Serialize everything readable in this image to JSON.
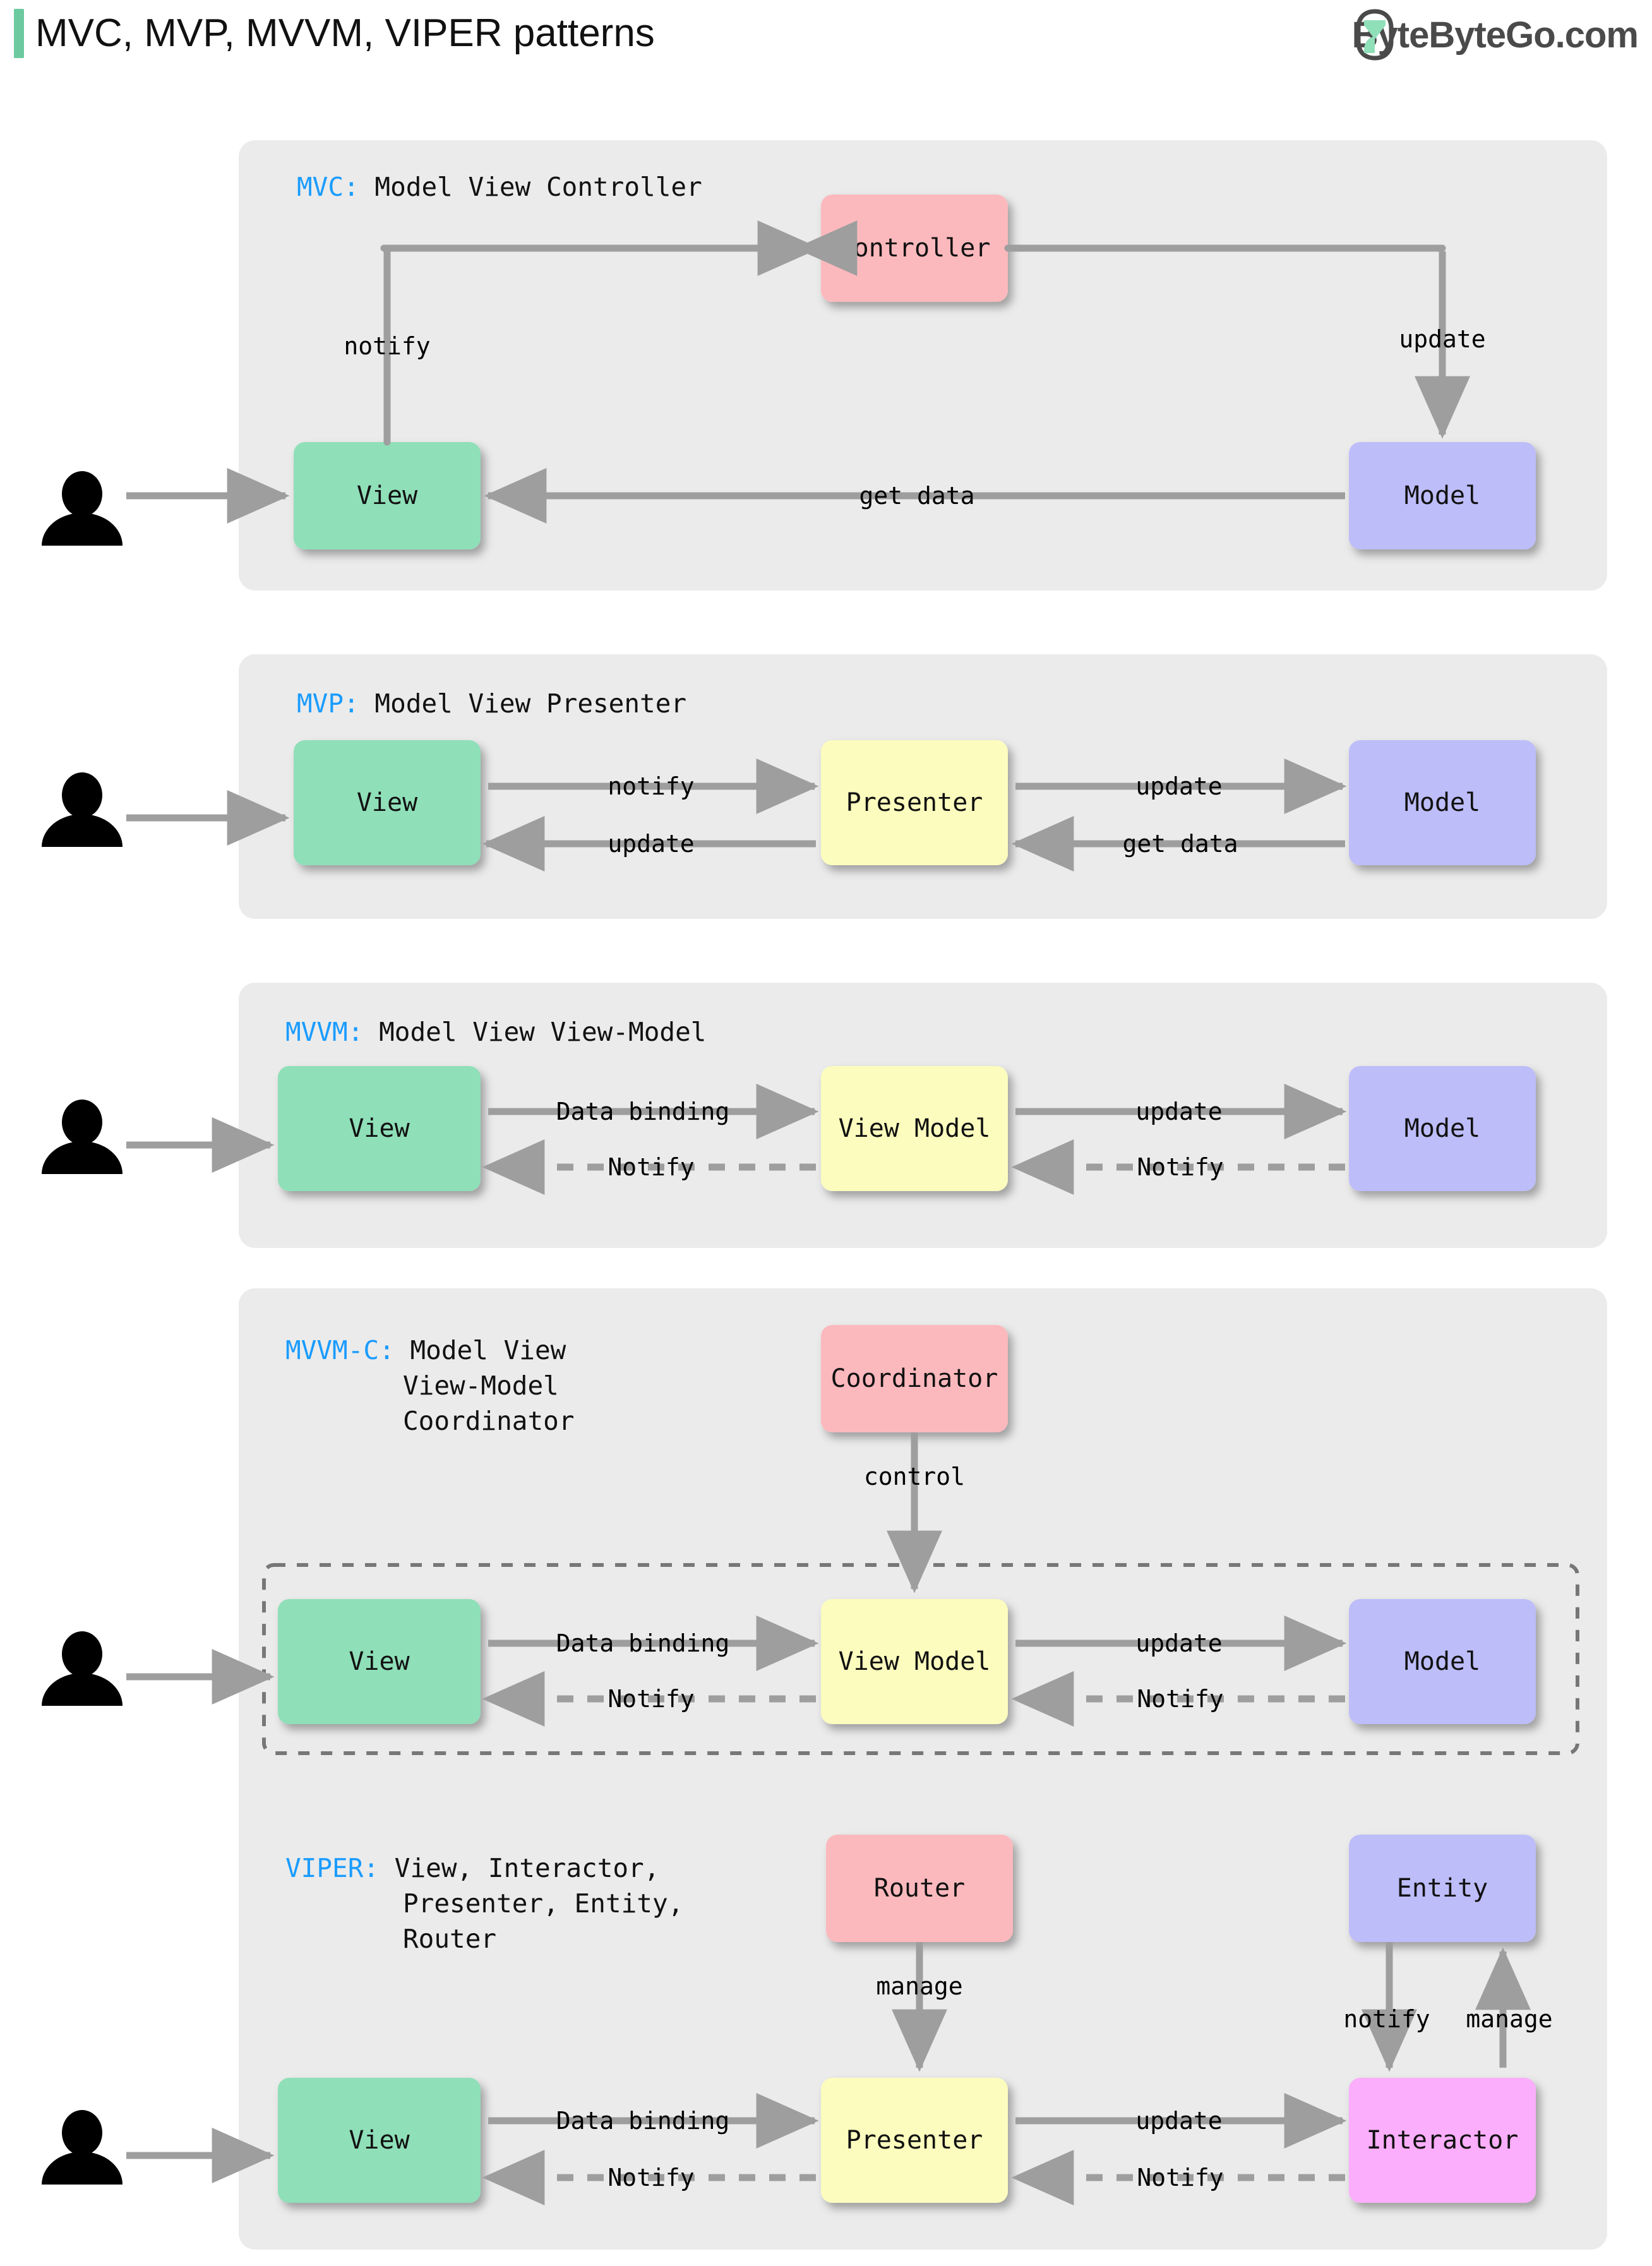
{
  "header": {
    "title": "MVC, MVP, MVVM, VIPER patterns",
    "brand": "ByteByteGo.com",
    "accent_color": "#6cc9a0",
    "brand_color": "#4a4a4a"
  },
  "palette": {
    "panel_bg": "#ebebeb",
    "view": "#8fdfb8",
    "model": "#bdbdfa",
    "controller": "#fcb9bd",
    "presenter": "#fcfcbe",
    "interactor": "#fbaefb",
    "arrow": "#9e9e9e",
    "key": "#1a9cff"
  },
  "sections": [
    {
      "id": "mvc",
      "key": "MVC:",
      "title_lines": [
        "Model View Controller"
      ],
      "nodes": [
        {
          "name": "View",
          "kind": "view"
        },
        {
          "name": "Controller",
          "kind": "controller"
        },
        {
          "name": "Model",
          "kind": "model"
        }
      ],
      "edges": [
        {
          "label": "notify",
          "style": "solid",
          "from": "View",
          "to": "Controller"
        },
        {
          "label": "update",
          "style": "solid",
          "from": "Controller",
          "to": "Model"
        },
        {
          "label": "get data",
          "style": "solid",
          "from": "Model",
          "to": "View"
        }
      ],
      "actor": "user-icon"
    },
    {
      "id": "mvp",
      "key": "MVP:",
      "title_lines": [
        "Model View Presenter"
      ],
      "nodes": [
        {
          "name": "View",
          "kind": "view"
        },
        {
          "name": "Presenter",
          "kind": "presenter"
        },
        {
          "name": "Model",
          "kind": "model"
        }
      ],
      "edges": [
        {
          "label": "notify",
          "style": "solid",
          "from": "View",
          "to": "Presenter"
        },
        {
          "label": "update",
          "style": "solid",
          "from": "Presenter",
          "to": "Model"
        },
        {
          "label": "get data",
          "style": "solid",
          "from": "Model",
          "to": "Presenter"
        },
        {
          "label": "update",
          "style": "solid",
          "from": "Presenter",
          "to": "View"
        }
      ],
      "actor": "user-icon"
    },
    {
      "id": "mvvm",
      "key": "MVVM:",
      "title_lines": [
        "Model View View-Model"
      ],
      "nodes": [
        {
          "name": "View",
          "kind": "view"
        },
        {
          "name": "View Model",
          "kind": "presenter"
        },
        {
          "name": "Model",
          "kind": "model"
        }
      ],
      "edges": [
        {
          "label": "Data binding",
          "style": "solid",
          "from": "View",
          "to": "View Model"
        },
        {
          "label": "update",
          "style": "solid",
          "from": "View Model",
          "to": "Model"
        },
        {
          "label": "Notify",
          "style": "dashed",
          "from": "Model",
          "to": "View Model"
        },
        {
          "label": "Notify",
          "style": "dashed",
          "from": "View Model",
          "to": "View"
        }
      ],
      "actor": "user-icon"
    },
    {
      "id": "mvvmc",
      "key": "MVVM-C:",
      "title_lines": [
        "Model View",
        "View-Model",
        "Coordinator"
      ],
      "nodes": [
        {
          "name": "Coordinator",
          "kind": "controller"
        },
        {
          "name": "View",
          "kind": "view"
        },
        {
          "name": "View Model",
          "kind": "presenter"
        },
        {
          "name": "Model",
          "kind": "model"
        }
      ],
      "edges": [
        {
          "label": "control",
          "style": "solid",
          "from": "Coordinator",
          "to": "View Model"
        },
        {
          "label": "Data binding",
          "style": "solid",
          "from": "View",
          "to": "View Model"
        },
        {
          "label": "update",
          "style": "solid",
          "from": "View Model",
          "to": "Model"
        },
        {
          "label": "Notify",
          "style": "dashed",
          "from": "Model",
          "to": "View Model"
        },
        {
          "label": "Notify",
          "style": "dashed",
          "from": "View Model",
          "to": "View"
        }
      ],
      "grouping_box": "dashed",
      "actor": "user-icon"
    },
    {
      "id": "viper",
      "key": "VIPER:",
      "title_lines": [
        "View, Interactor,",
        "Presenter, Entity,",
        "Router"
      ],
      "nodes": [
        {
          "name": "Router",
          "kind": "controller"
        },
        {
          "name": "Entity",
          "kind": "model"
        },
        {
          "name": "View",
          "kind": "view"
        },
        {
          "name": "Presenter",
          "kind": "presenter"
        },
        {
          "name": "Interactor",
          "kind": "interactor"
        }
      ],
      "edges": [
        {
          "label": "manage",
          "style": "solid",
          "from": "Router",
          "to": "Presenter"
        },
        {
          "label": "notify",
          "style": "solid",
          "from": "Entity",
          "to": "Interactor"
        },
        {
          "label": "manage",
          "style": "solid",
          "from": "Interactor",
          "to": "Entity"
        },
        {
          "label": "Data binding",
          "style": "solid",
          "from": "View",
          "to": "Presenter"
        },
        {
          "label": "update",
          "style": "solid",
          "from": "Presenter",
          "to": "Interactor"
        },
        {
          "label": "Notify",
          "style": "dashed",
          "from": "Interactor",
          "to": "Presenter"
        },
        {
          "label": "Notify",
          "style": "dashed",
          "from": "Presenter",
          "to": "View"
        }
      ],
      "actor": "user-icon"
    }
  ]
}
